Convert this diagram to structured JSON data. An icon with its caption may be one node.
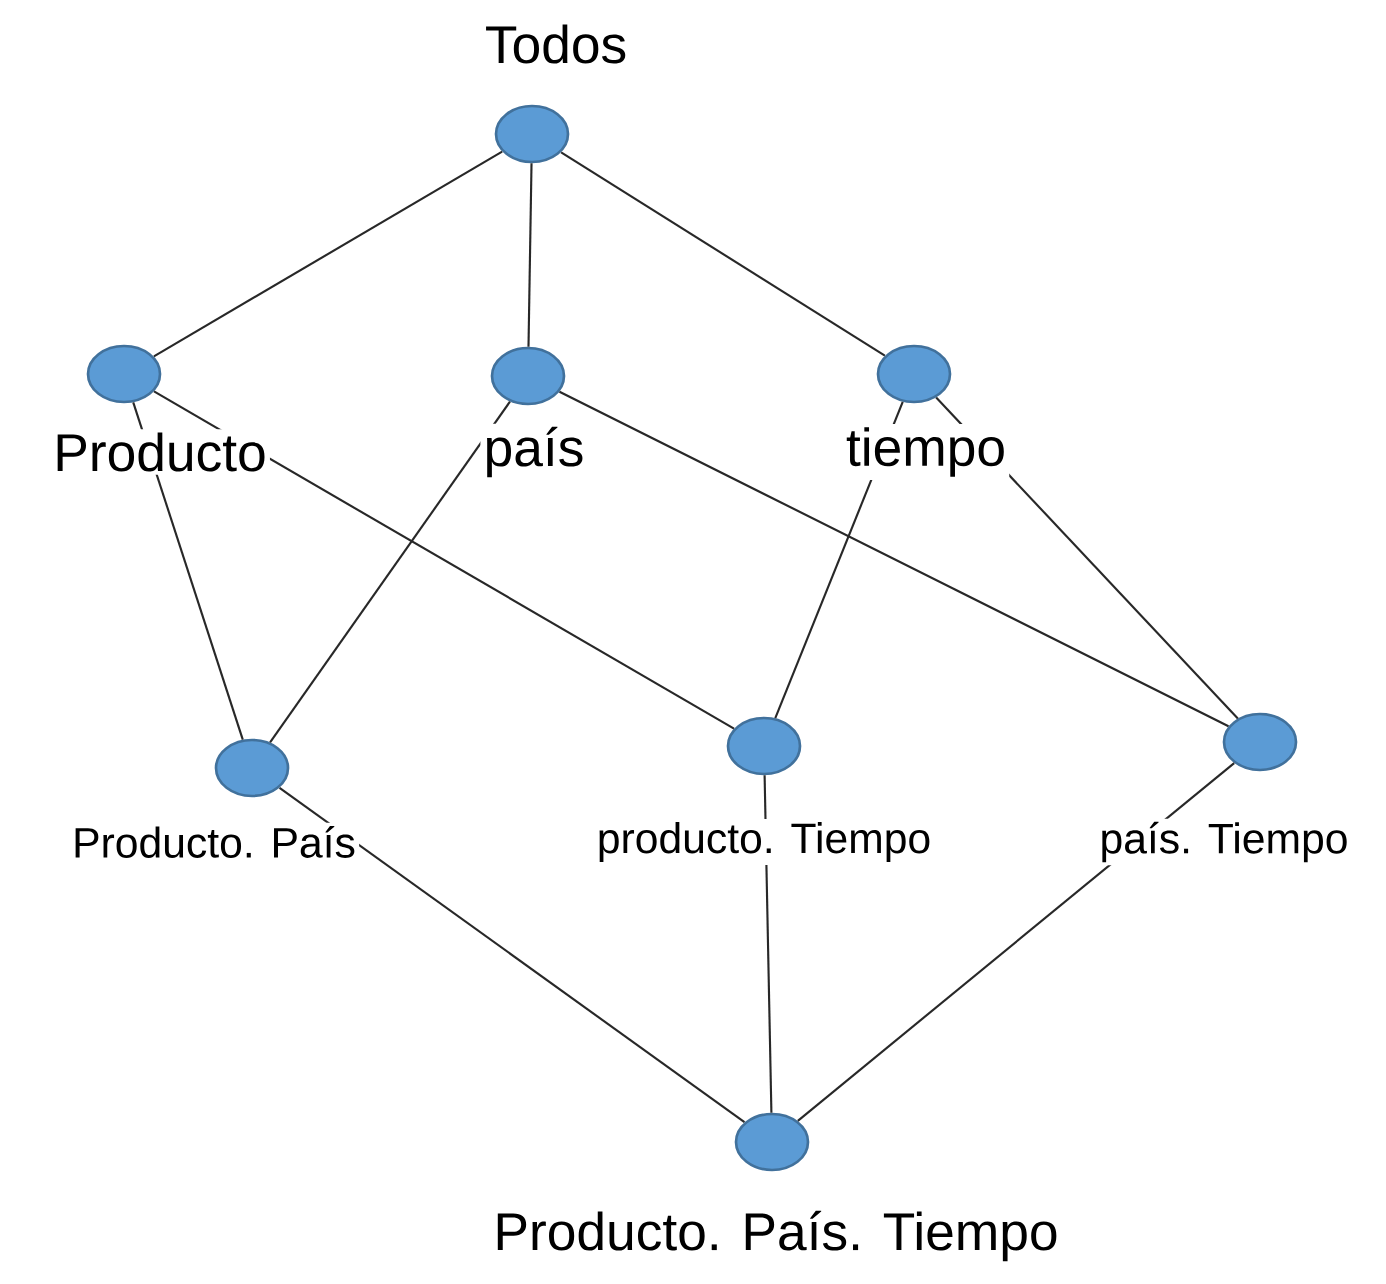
{
  "diagram": {
    "nodes": [
      {
        "text": [
          "Todos"
        ]
      },
      {
        "text": [
          "Producto"
        ]
      },
      {
        "text": [
          "país"
        ]
      },
      {
        "text": [
          "tiempo"
        ]
      },
      {
        "text": [
          "Producto. País"
        ]
      },
      {
        "text": [
          "producto. Tiempo"
        ]
      },
      {
        "text": [
          "país. Tiempo"
        ]
      },
      {
        "text": [
          "Producto. País. Tiempo"
        ]
      }
    ],
    "edges": [
      {
        "from": 0,
        "to": 1,
        "arrow": "none"
      },
      {
        "from": 0,
        "to": 2,
        "arrow": "none"
      },
      {
        "from": 0,
        "to": 3,
        "arrow": "none"
      },
      {
        "from": 1,
        "to": 4,
        "arrow": "none"
      },
      {
        "from": 1,
        "to": 5,
        "arrow": "none"
      },
      {
        "from": 2,
        "to": 4,
        "arrow": "none"
      },
      {
        "from": 2,
        "to": 6,
        "arrow": "none"
      },
      {
        "from": 3,
        "to": 5,
        "arrow": "none"
      },
      {
        "from": 3,
        "to": 6,
        "arrow": "none"
      },
      {
        "from": 4,
        "to": 7,
        "arrow": "none"
      },
      {
        "from": 5,
        "to": 7,
        "arrow": "none"
      },
      {
        "from": 6,
        "to": 7,
        "arrow": "none"
      }
    ]
  }
}
